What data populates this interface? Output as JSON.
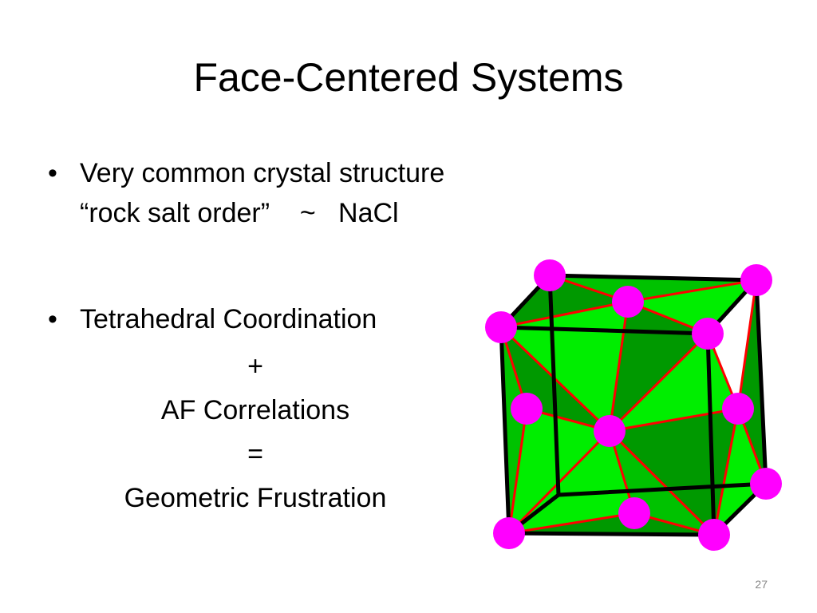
{
  "slide": {
    "title": "Face-Centered Systems",
    "bullets": [
      {
        "marker": "•",
        "lines": [
          "Very common crystal structure",
          "“rock salt order”    ~   NaCl"
        ]
      },
      {
        "marker": "•",
        "lines": [
          "Tetrahedral Coordination"
        ]
      }
    ],
    "centered_lines": [
      "+",
      "AF Correlations",
      "=",
      "Geometric Frustration"
    ],
    "page_number": "27"
  },
  "figure": {
    "colors": {
      "light_face": "#00ee00",
      "dark_face": "#009900",
      "mid_face": "#00c200",
      "edge_red": "#ff0000",
      "atom": "#ff00ff",
      "cube_edge": "#000000"
    }
  }
}
